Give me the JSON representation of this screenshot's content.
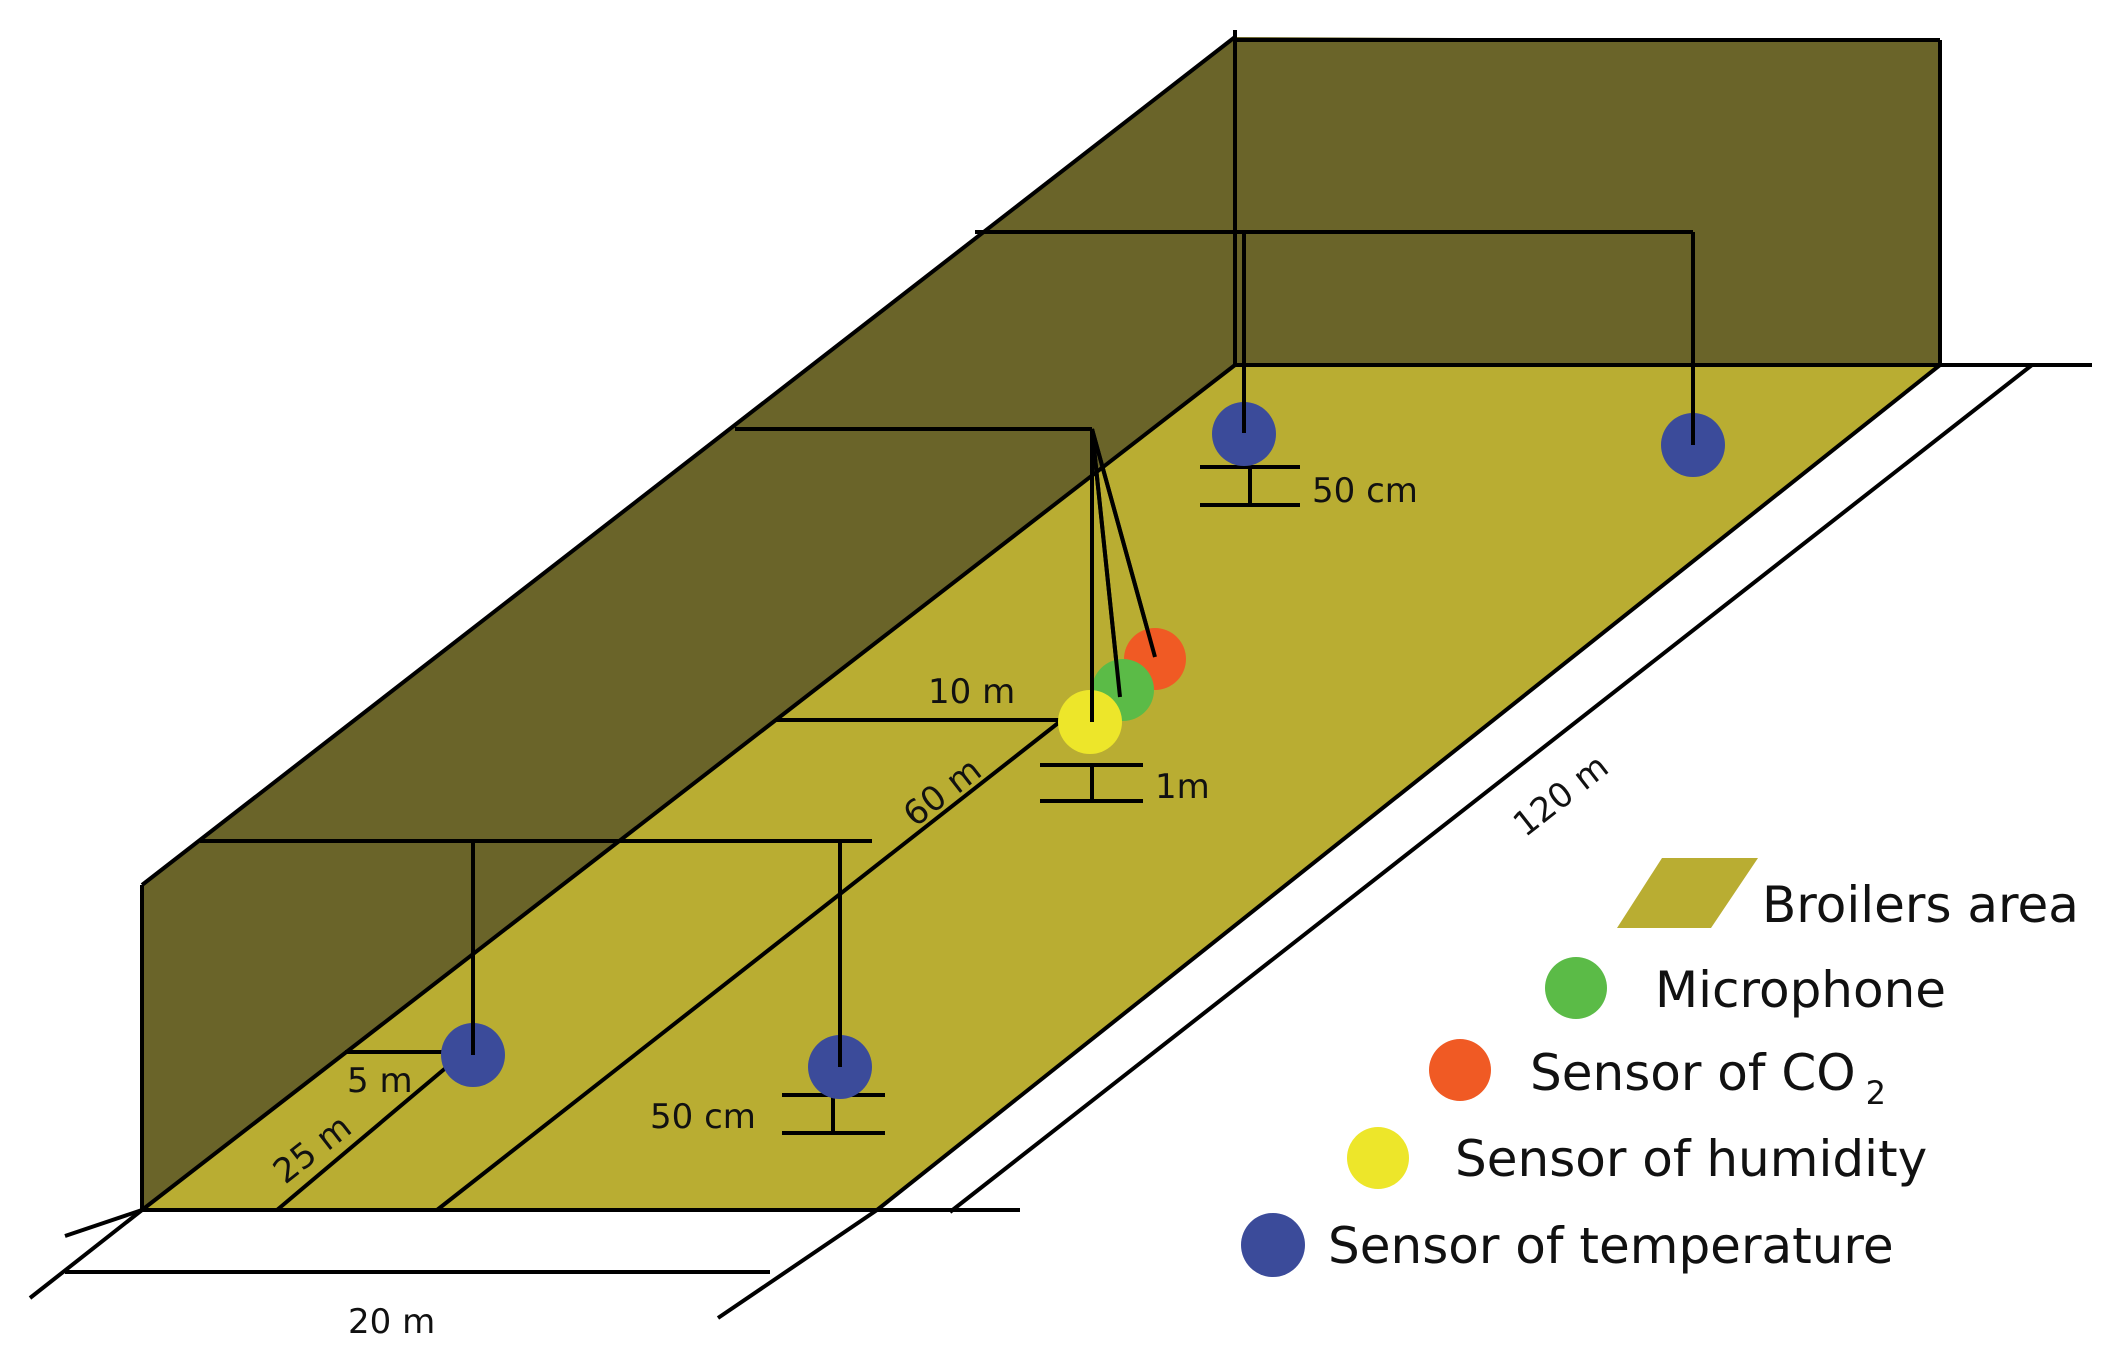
{
  "colors": {
    "wall": "#6a6429",
    "floor": "#b9ad32",
    "line": "#000000",
    "microphone": "#5bbb47",
    "co2": "#f05a24",
    "humidity": "#ede62a",
    "temperature": "#3b4b9a"
  },
  "dimensions": {
    "width": "20 m",
    "length": "120 m",
    "mid_distance": "60 m",
    "mid_offset": "10 m",
    "front_distance": "25 m",
    "front_offset": "5 m",
    "height_back": "50 cm",
    "height_mid": "1m",
    "height_front": "50 cm"
  },
  "legend": {
    "broilers_area": "Broilers area",
    "microphone": "Microphone",
    "co2_prefix": "Sensor of CO",
    "co2_subscript": "2",
    "humidity": "Sensor of humidity",
    "temperature": "Sensor of temperature"
  }
}
